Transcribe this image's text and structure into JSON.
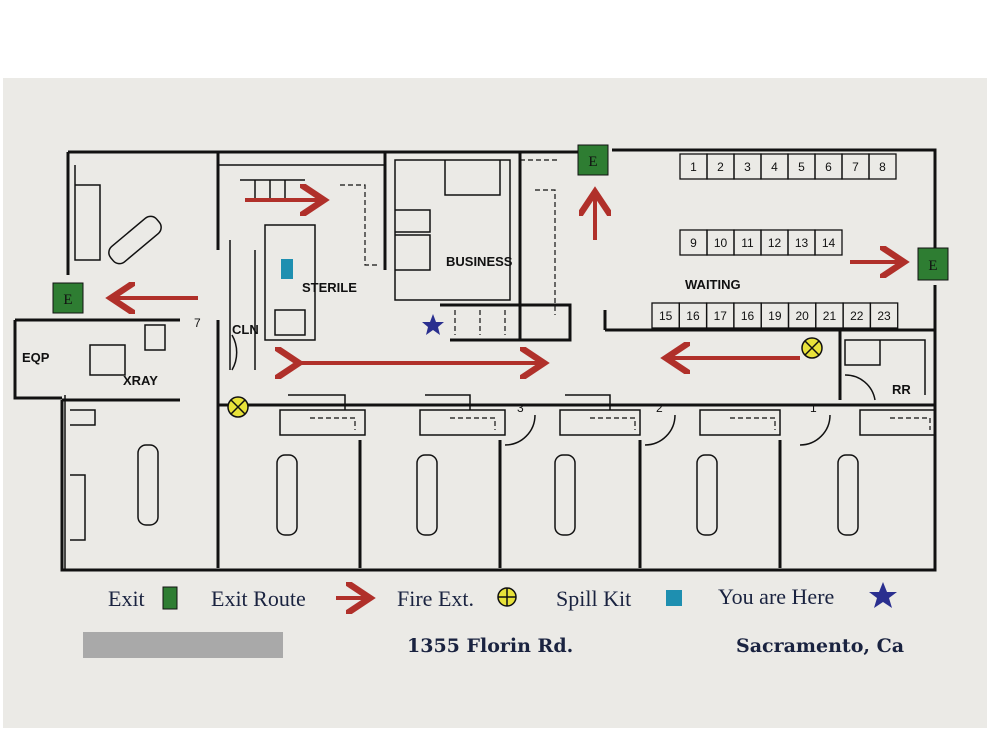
{
  "rooms": {
    "business": "BUSINESS",
    "sterile": "STERILE",
    "cln": "CLN",
    "cln_number": "7",
    "eqp": "EQP",
    "xray": "XRAY",
    "waiting": "WAITING",
    "restroom": "RR",
    "op_numbers": [
      "3",
      "2",
      "1"
    ]
  },
  "seats": {
    "row1": [
      "1",
      "2",
      "3",
      "4",
      "5",
      "6",
      "7",
      "8"
    ],
    "row2": [
      "9",
      "10",
      "11",
      "12",
      "13",
      "14"
    ],
    "row3": [
      "15",
      "16",
      "17",
      "16",
      "19",
      "20",
      "21",
      "22",
      "23"
    ]
  },
  "exit_letter": "E",
  "legend": {
    "exit": "Exit",
    "exit_route": "Exit Route",
    "fire_ext": "Fire Ext.",
    "spill_kit": "Spill Kit",
    "you_are_here": "You are Here"
  },
  "footer": {
    "address": "1355 Florin Rd.",
    "city": "Sacramento, Ca"
  },
  "colors": {
    "exit_green": "#2e7d32",
    "route_red": "#b0302a",
    "fire_yellow": "#e8e23a",
    "spill_blue": "#1e8fb0",
    "star_blue": "#2a2f8f"
  }
}
